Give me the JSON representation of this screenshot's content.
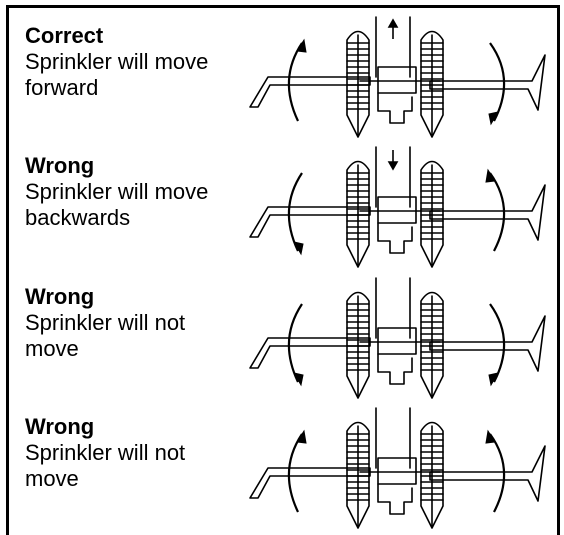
{
  "rows": [
    {
      "verdict": "Correct",
      "description": "Sprinkler will move forward",
      "arrow": "up",
      "left_arrow": "cw",
      "right_arrow": "cw"
    },
    {
      "verdict": "Wrong",
      "description": "Sprinkler will move backwards",
      "arrow": "down",
      "left_arrow": "ccw",
      "right_arrow": "ccw"
    },
    {
      "verdict": "Wrong",
      "description": "Sprinkler will not move",
      "arrow": "none",
      "left_arrow": "ccw",
      "right_arrow": "cw"
    },
    {
      "verdict": "Wrong",
      "description": "Sprinkler will not move",
      "arrow": "none",
      "left_arrow": "cw",
      "right_arrow": "ccw"
    }
  ]
}
